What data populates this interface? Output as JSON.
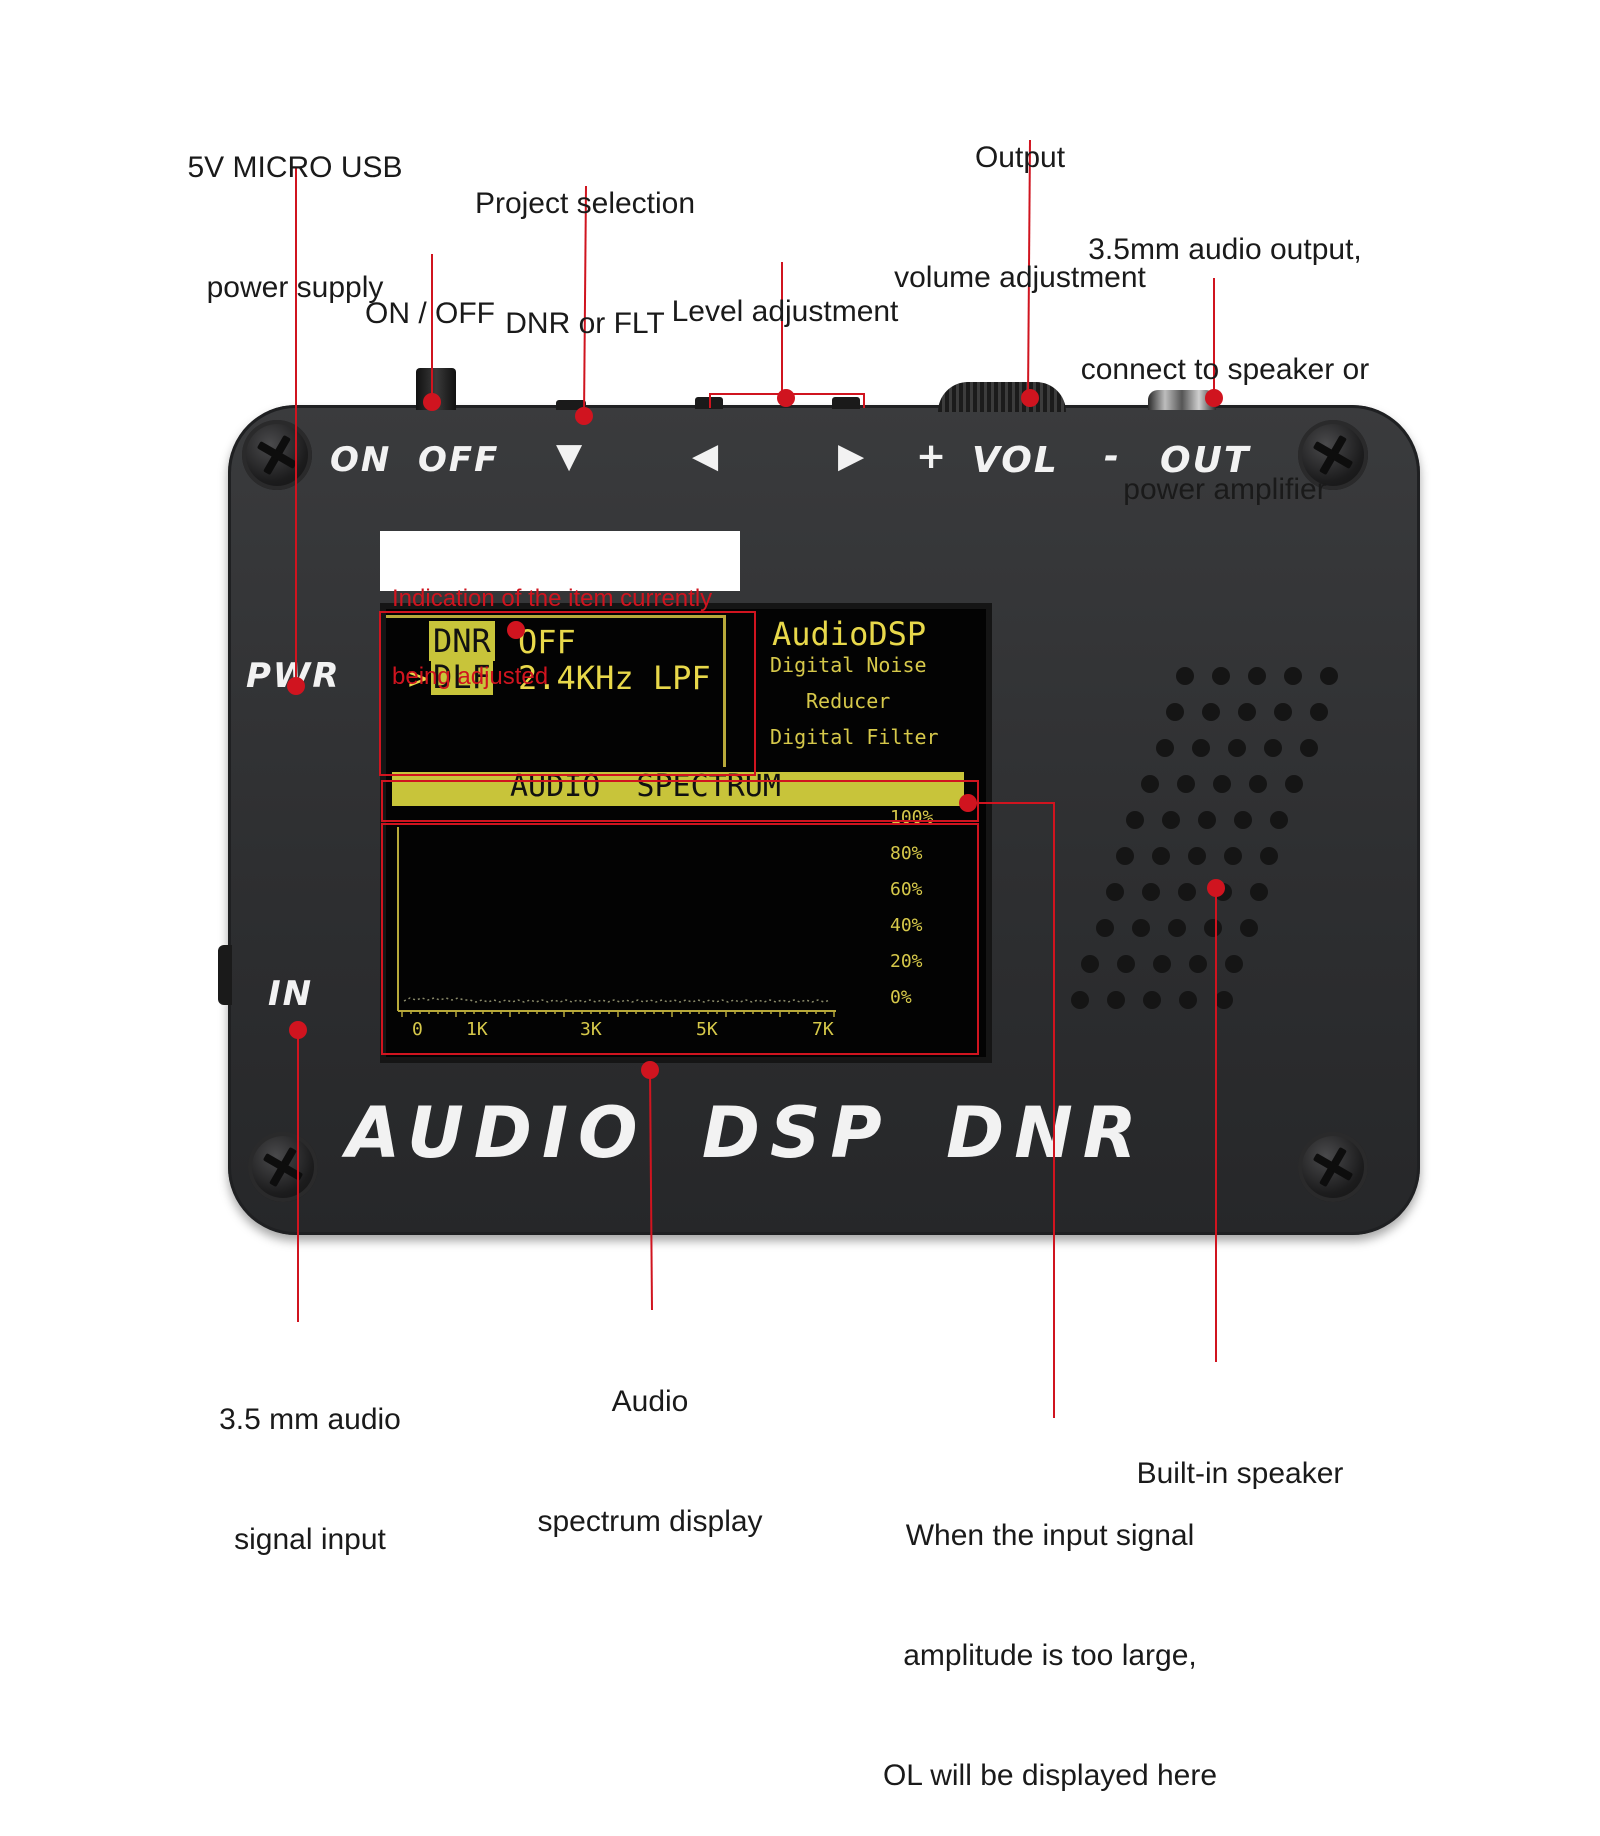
{
  "callouts": {
    "usb_power": [
      "5V MICRO USB",
      "power supply"
    ],
    "on_off": [
      "ON / OFF"
    ],
    "project_selection": [
      "Project selection",
      "DNR or FLT"
    ],
    "level_adjustment": [
      "Level adjustment"
    ],
    "output_volume": [
      "Output",
      "volume adjustment"
    ],
    "audio_output": [
      "3.5mm audio output,",
      "connect to speaker or",
      "power amplifier"
    ],
    "indication_label": [
      "Indication of the item currently",
      "being adjusted"
    ],
    "audio_input": [
      "3.5 mm audio",
      "signal input"
    ],
    "spectrum_display": [
      "Audio",
      "spectrum display"
    ],
    "builtin_speaker": [
      "Built-in speaker"
    ],
    "overload_note": [
      "When the input signal",
      "amplitude is too large,",
      "OL will be displayed here"
    ]
  },
  "device": {
    "top_labels": {
      "on": "ON",
      "off": "OFF",
      "down": "▼",
      "left": "◀",
      "right": "▶",
      "plus": "+",
      "vol": "VOL",
      "minus": "-",
      "out": "OUT"
    },
    "side_labels": {
      "pwr": "PWR",
      "in": "IN"
    },
    "brand": "AUDIO DSP DNR"
  },
  "screen": {
    "menu": [
      {
        "tag": "DNR",
        "cursor": "",
        "value": "OFF"
      },
      {
        "tag": "DLF",
        "cursor": ">",
        "value": "2.4KHz LPF"
      }
    ],
    "info": {
      "title": "AudioDSP",
      "line1": "Digital Noise",
      "line2": "Reducer",
      "line3": "Digital Filter"
    },
    "spectrum_title": "AUDIO  SPECTRUM",
    "y_ticks": [
      "100%",
      "80%",
      "60%",
      "40%",
      "20%",
      "0%"
    ],
    "x_ticks": [
      "0",
      "1K",
      "3K",
      "5K",
      "7K"
    ]
  },
  "colors": {
    "annotation_red": "#d0141f",
    "screen_yellow": "#e8d84a",
    "highlight_bar": "#c8c43a",
    "panel": "#2e2f31"
  }
}
